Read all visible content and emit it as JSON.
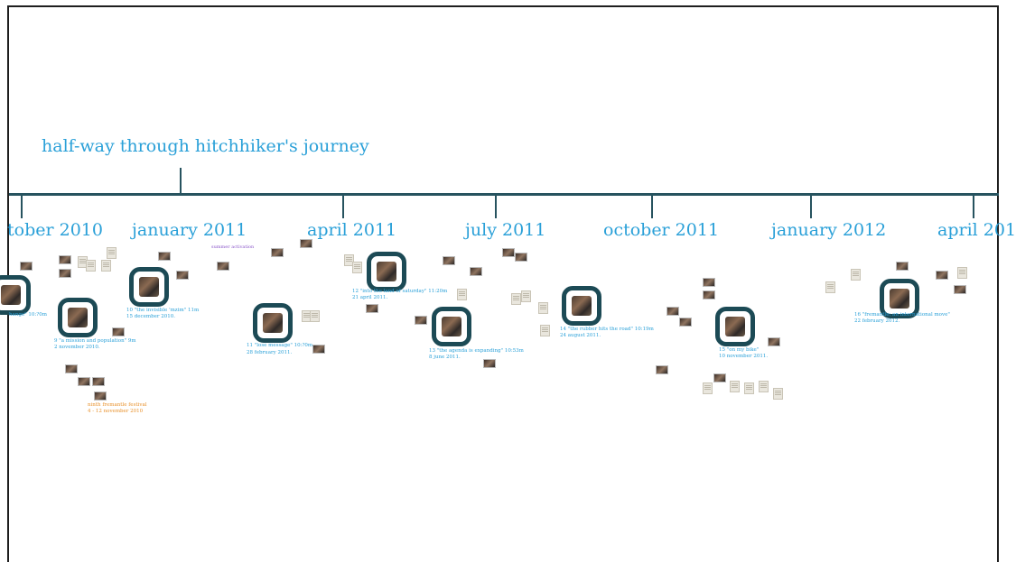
{
  "presentation": {
    "headline": "half-way through hitchhiker's journey"
  },
  "timeline": {
    "labels": {
      "oct_2010": "tober 2010",
      "jan_2011": "january 2011",
      "apr_2011": "april 2011",
      "jul_2011": "july 2011",
      "oct_2011": "october 2011",
      "jan_2012": "january 2012",
      "apr_2012": "april 201"
    }
  },
  "episodes": [
    {
      "caption_line1": "hange\" 10:?0m",
      "caption_line2": ""
    },
    {
      "caption_line1": "9 \"a mission and population\" 9m",
      "caption_line2": "2 november 2010."
    },
    {
      "caption_line1": "10 \"the invisible 'mzim\" 11m",
      "caption_line2": "15 december 2010."
    },
    {
      "caption_line1": "11 \"lose message\" 10:?0m",
      "caption_line2": "28 february 2011."
    },
    {
      "caption_line1": "12 \"into the land of saturday\" 11:20m",
      "caption_line2": "21 april 2011."
    },
    {
      "caption_line1": "13 \"the agenda is expanding\" 10:53m",
      "caption_line2": "8 june 2011."
    },
    {
      "caption_line1": "14 \"the rubber hits the road\" 10:19m",
      "caption_line2": "24 august 2011."
    },
    {
      "caption_line1": "15 \"on my bike\"",
      "caption_line2": "10 november 2011."
    },
    {
      "caption_line1": "16 \"fremantle: an international move\"",
      "caption_line2": "22 february 2012."
    }
  ],
  "annotations": {
    "summer_activation": "summer activation",
    "festival_line1": "ninth fremantle festival",
    "festival_line2": "4 - 12 november 2010"
  }
}
